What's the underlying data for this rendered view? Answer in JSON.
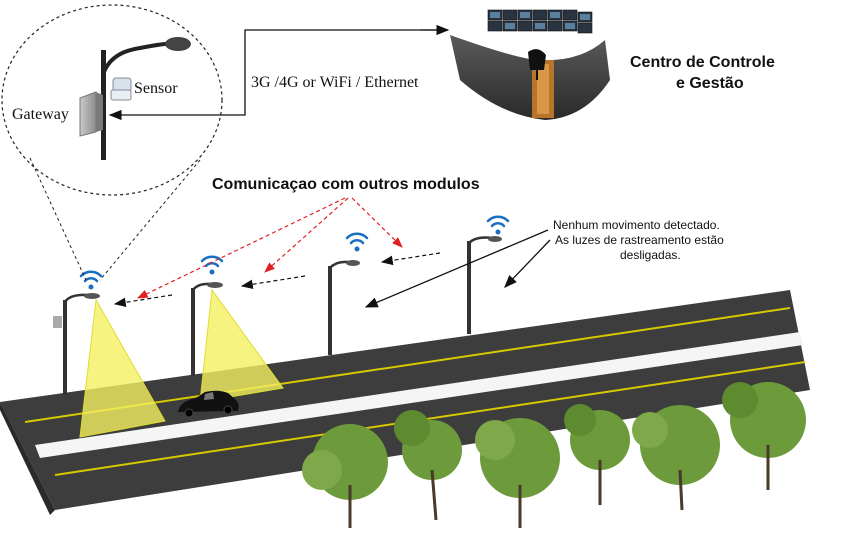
{
  "zoom": {
    "sensor_label": "Sensor",
    "gateway_label": "Gateway"
  },
  "link": {
    "label": "3G /4G or WiFi / Ethernet"
  },
  "control_center": {
    "title_line1": "Centro de Controle",
    "title_line2": "e Gestão"
  },
  "communication": {
    "label": "Comunicaçao com outros modulos"
  },
  "status_note": {
    "line1": "Nenhum movimento detectado.",
    "line2": "As luzes de rastreamento estão",
    "line3": "desligadas."
  },
  "colors": {
    "road": "#3d3d3d",
    "road_line": "#d8c800",
    "light_cone": "#f4f060",
    "comm_arrow_red": "#e02020",
    "wifi_blue": "#1a6fc0",
    "tree_green": "#6d9a3a"
  },
  "icons": [
    "wifi-icon",
    "car-icon",
    "camera-icon",
    "streetlight-icon",
    "tree-icon",
    "control-desk-icon"
  ]
}
